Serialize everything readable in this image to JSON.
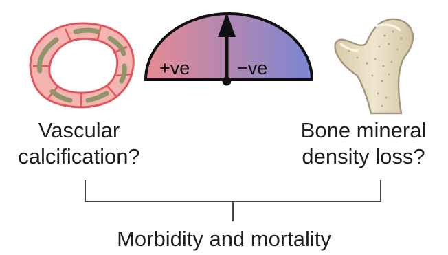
{
  "colors": {
    "gauge_positive": "#e78a92",
    "gauge_negative": "#7b85d2",
    "vessel_fill": "#f4b4b1",
    "vessel_outline": "#e0585d",
    "vessel_calcification": "#8e9568",
    "bone_fill": "#e8dcc0",
    "bone_outline": "#a5987a",
    "text": "#1e1e1e"
  },
  "icons": {
    "vessel": "calcified-blood-vessel-icon",
    "gauge": "balance-gauge-icon",
    "bone": "femur-bone-icon"
  },
  "gauge": {
    "positive_label": "+ve",
    "negative_label": "−ve"
  },
  "captions": {
    "left_line1": "Vascular",
    "left_line2": "calcification?",
    "right_line1": "Bone mineral",
    "right_line2": "density loss?",
    "bottom": "Morbidity and mortality"
  }
}
